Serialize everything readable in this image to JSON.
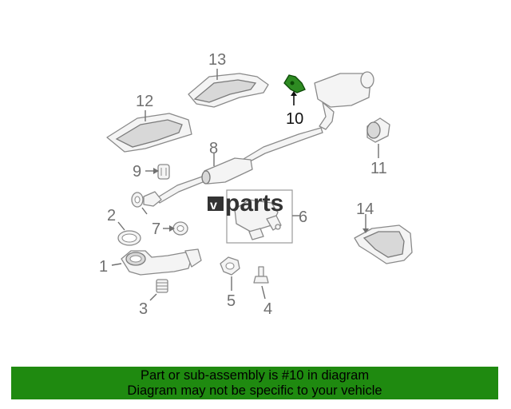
{
  "watermark": {
    "text": "parts",
    "brand_mark": "v"
  },
  "callouts": [
    {
      "id": "1",
      "label": "1"
    },
    {
      "id": "2",
      "label": "2"
    },
    {
      "id": "3",
      "label": "3"
    },
    {
      "id": "4",
      "label": "4"
    },
    {
      "id": "5",
      "label": "5"
    },
    {
      "id": "6",
      "label": "6"
    },
    {
      "id": "7",
      "label": "7"
    },
    {
      "id": "8",
      "label": "8"
    },
    {
      "id": "9",
      "label": "9"
    },
    {
      "id": "10",
      "label": "10"
    },
    {
      "id": "11",
      "label": "11"
    },
    {
      "id": "12",
      "label": "12"
    },
    {
      "id": "13",
      "label": "13"
    },
    {
      "id": "14",
      "label": "14"
    }
  ],
  "highlighted_part": "10",
  "colors": {
    "highlight": "#2e8b22",
    "banner": "#1f8a10"
  },
  "banner": {
    "line1": "Part or sub-assembly is #10 in diagram",
    "line2": "Diagram may not be specific to your vehicle"
  }
}
